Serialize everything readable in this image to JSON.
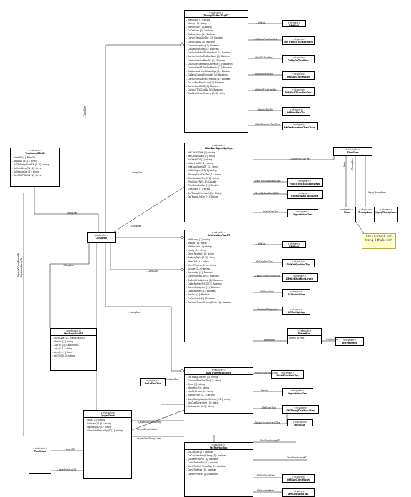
{
  "classes": {
    "thongtin": {
      "stereo": "<<struct>>",
      "name": "ThongTinHocTapPT",
      "attrs": [
        "- MaTruong [1]: string",
        "- MaLop [1]: string",
        "- MaHocSinh [1]: string",
        "- CoDoiVien [1]: Boolean",
        "- CoDoanVien [1]: Boolean",
        "- CoHocTiengDanToc [1]: Boolean",
        "- CoHoc2Buoi [1]: Boolean",
        "- CoHocSongNgu [1]: Boolean",
        "- CoKyNangSong [1]: Boolean",
        "- CoHocSinhBanTruDanNuoi [1]: Boolean",
        "- CoHocSinhNoiTruDanNuoi [1]: Boolean",
        "- CoHocSinhLuuBanTru [1]: Boolean",
        "- CoKhuyetTatKhongDanhGia [1]: Boolean",
        "- CoHocSinhPTDanTocBanTru [1]: Boolean",
        "- CoNhuCauHoTroNgoaiNgu [1]: Boolean",
        "- CoTangCuongTiengViet [1]: Boolean",
        "- CoHocSinhDanTocThieuSo [1]: Boolean",
        "- CoLuuBanNamTruoc [1]: Boolean",
        "- CoHocLopMGST [1]: Boolean",
        "- CoHocCTGDCuaBo [1]: Boolean",
        "- CapNhatKhenThuong [0..1]: string"
      ]
    },
    "vienbang": {
      "stereo": "<<struct>>",
      "name": "VanBangGDNN",
      "attrs": [
        "- NamTN [1]: NamTN",
        "- XepLoaiTN [1]: string",
        "- SoQDCongNhanTN [0..1]: string",
        "- SoHieuBangTN [1]: string",
        "- SoVaoSoGoc [1]: string",
        "- TenCSDTGDNN [1]: string"
      ]
    },
    "giaoduc": {
      "stereo": "<<struct>>",
      "name": "GiaoDucNgheNghiep",
      "attrs": [
        "- MaCoSoGDNN [1]: string",
        "- TenCoSoGDNN [1]: string",
        "- SoTheHSSV [1]: string",
        "- MaLmHocDT [1]: string",
        "- MaKhoaNganhDT [1]: string",
        "- MaTenNganhDT [1]: string",
        "- PhuongThucDaoTao [1]: string",
        "- DienXepLoaiTN [0..1]: string",
        "- ThoiGianTN [0..1]: Double",
        "- ThoiGianDaoTao [1]: Double",
        "- TinhTrang [1]: string",
        "- DoiTuongChinhSach [1]: String",
        "- DoiTuongUuTien [1]: String"
      ]
    },
    "thoigian_r": {
      "stereo": "<<struct>>",
      "name": "ThoiGian"
    },
    "congdan": {
      "stereo": "<<struct>>",
      "name": "CongDan"
    },
    "ketqua": {
      "stereo": "<<struct>>",
      "name": "KetQuaHocTapPT",
      "attrs": [
        "- MaTruong [1]: string",
        "- MaLop [1]: string",
        "- MaHocSinh [1]: string",
        "- HocKy [1]: string",
        "- DiemTongKet [1]: string",
        "- SoNgayNghi [0..1]: string",
        "- NhanXet [1]: string",
        "- KhenThuong [0..n]: string",
        "- KyLuat [0..n]: string",
        "- CoLenLop [1]: Boolean",
        "- CoRenLuyenLai [1]: Boolean",
        "- CoDuXetTotNghiep [1]: Boolean",
        "- CoTotNghiepTHCS [1]: Boolean",
        "- CoLuuTotNghiep [1]: Boolean",
        "- CoTotNghiep [1]: Boolean",
        "- CoMien [1]: Boolean",
        "- CoDacCach [1]: Boolean",
        "- CoHoanThanhChuongTrinh [1]: Boolean"
      ]
    },
    "diemmon": {
      "stereo": "<<struct>>",
      "name": "DiemMon",
      "attrs": [
        "Diem [1]: real"
      ]
    },
    "hocsinh": {
      "stereo": "<<struct>>",
      "name": "HocSinhGioiPT",
      "attrs": [
        "- HangDoat [1]: HangGiaiHSG",
        "- MonThi [1]: string",
        "- CapThi [1]: CapThiHSG",
        "- Lop [0..1]: string",
        "- Nam [0..1]: Nam",
        "- NoiThi [0..1]: string"
      ]
    },
    "quatrinh": {
      "stereo": "<<struct>>",
      "name": "QuaTrinhHocTapDH",
      "attrs": [
        "- DoiTuongDaoTao [1]: string",
        "- ChuongTrinhDaoTao [1]: string",
        "- Khoa [1]: string",
        "- KhoaHoc [1]: string",
        "- LopSinhHoat [1]: string",
        "- MaHocVien [0..1]: string",
        "- BangTotNghiepLienThong [0..1]: string",
        "- KetQuaTuyenSinh [1]: string",
        "- TenLuanAn [0..1]: string"
      ]
    },
    "hethi": {
      "stereo": "<<struct>>",
      "name": "HeThiHocTap",
      "attrs": [
        "- CoCapGao [1]: boolean",
        "- CoCapTienHangThang [1]: boolean",
        "- CoGiamHocPhi [1]: boolean",
        "- CoHoTroHocPhi [1]: boolean",
        "- CoHoTroChiPhiHocTap [1]: boolean",
        "- CoHoTroKhac [1]: boolean",
        "- CoMienHocPhi [1]: boolean"
      ]
    },
    "quyetdinh": {
      "stereo": "<<struct>>",
      "name": "QuyetDinh",
      "attrs": [
        "- SoQD [1]: string",
        "- CoQuanQD [1]: string",
        "- NguoiKyQD [1]: string",
        "- ChucDanhNguoiKyQD [1]: string"
      ]
    },
    "thoigian_l": {
      "stereo": "<<struct>>",
      "name": "ThoiGian"
    },
    "thoigian_m": {
      "stereo": "<<struct>>",
      "name": "ThoiGian"
    }
  },
  "types": [
    {
      "id": "t_dmhoi",
      "stereo": "<<type>>",
      "name": "DMKhoi"
    },
    {
      "id": "t_trangthai",
      "stereo": "<<type>>",
      "name": "DMTrangThaiHocSinh"
    },
    {
      "id": "t_lydo",
      "stereo": "<<type>>",
      "name": "DMLyDoThoiHoc"
    },
    {
      "id": "t_doituong",
      "stereo": "<<type>>",
      "name": "DMDoiChinhSach"
    },
    {
      "id": "t_hinhthuc",
      "stereo": "<<type>>",
      "name": "DMHinhThucHocTap"
    },
    {
      "id": "t_bantru",
      "stereo": "<<type>>",
      "name": "DMHocBanTru"
    },
    {
      "id": "t_xesinh",
      "stereo": "<<type>>",
      "name": "DMXeBuonHocTrenTuan"
    },
    {
      "id": "t_htdt",
      "stereo": "<<type>>",
      "name": "HinhThucDaoTaoGDNN"
    },
    {
      "id": "t_trinhdo",
      "stereo": "<<type>>",
      "name": "TrinhDoDaoTaoGDNN"
    },
    {
      "id": "t_nganh",
      "stereo": "<<type>>",
      "name": "NganhDaoTao"
    },
    {
      "id": "t_nam",
      "stereo": "<<type>>",
      "name": "Nam"
    },
    {
      "id": "t_thangnam",
      "stereo": "<<type>>",
      "name": "ThangNam"
    },
    {
      "id": "t_ngay",
      "stereo": "<<type>>",
      "name": "NgayThangNam"
    },
    {
      "id": "t_dmkhoi2",
      "stereo": "<<type>>",
      "name": "DMKhoi"
    },
    {
      "id": "t_kq",
      "stereo": "<<type>>",
      "name": "DMKetQuaHocTap"
    },
    {
      "id": "t_renluyen",
      "stereo": "<<type>>",
      "name": "DMKetQuaRenLuyen"
    },
    {
      "id": "t_danhhieu",
      "stereo": "<<type>>",
      "name": "DMDanhHieu"
    },
    {
      "id": "t_totnghiep",
      "stereo": "<<type>>",
      "name": "DMTotNghiep"
    },
    {
      "id": "t_monhoc",
      "stereo": "<<type>>",
      "name": "DMMonHoc"
    },
    {
      "id": "t_cosodt",
      "stereo": "<<type>>",
      "name": "CoSoDaoTao"
    },
    {
      "id": "t_htdt2",
      "stereo": "<<type>>",
      "name": "HinhThucDaoTao"
    },
    {
      "id": "t_nganh2",
      "stereo": "<<type>>",
      "name": "NganhDaoTao"
    },
    {
      "id": "t_tthv",
      "stereo": "<<type>>",
      "name": "DMTrangThaiHocVien"
    },
    {
      "id": "t_dtcs",
      "stereo": "<<type>>",
      "name": "DMDoiChinhSach"
    },
    {
      "id": "t_khoadt",
      "stereo": "<<type>>",
      "name": "DMKhoaDaoTao"
    }
  ],
  "labels": {
    "l_congdan1": "- CongDan",
    "l_congdan2": "- CongDan",
    "l_congdan3": "- CongDan",
    "l_congdan4": "- CongDan",
    "l_congdan5": "- CongDan",
    "l_congdan6": "- CongDan",
    "l_congdan7": "- CongDan",
    "l_makhoi": "- MaKhoi",
    "l_matrangthai": "- MaTrangThaiHocSinh",
    "l_malydo": "- MaLyDoThoiHoc",
    "l_madoituong": "- MaDoiChinhSach",
    "l_mahinhthuc": "- MaHinhThucHocTap",
    "l_mabantru": "- MaHocBanTru",
    "l_maxe": "- MaXeBuonHocTrenTuan",
    "l_thoidiem": "- ThoiDiemCapThe",
    "l_hinhthucdt": "- HinhThucDaoTaoGDNN",
    "l_trinhdodt": "- TrinhDoDaoTaoGDNN",
    "l_nganhdt": "- NganhDaoTao",
    "l_nam": "- Nam",
    "l_thangnam": "- ThangNam",
    "l_ngay": "- NgayThangNam",
    "l_makhoi2": "- MaKhoi",
    "l_kq": "- KetQuaHocTap",
    "l_renluyen": "- DiXetQuaRenLuyenCN",
    "l_danhhieu": "- MaDanhHieu",
    "l_totnghiep": "- MaLoaiTotNghiep",
    "l_diemmon": "- DiemMon",
    "l_mamon": "- MaMonHoc",
    "l_qd1": "- NgayQDCongNhanTN",
    "l_qd2": "- NgayCapBangTN",
    "l_cosodt": "- CoSoDaoTao",
    "l_mahtdt": "- MaHinhThucDaoTao",
    "l_nganh2": "- Nganh",
    "l_tthv": "- MaTrangThai",
    "l_ngaychuyen": "- NgayChuyenTrangThai",
    "l_qdtn": "- QuyetDinhTotNghiep",
    "l_qdhv": "- QuyetDinhHocVien",
    "l_qdtn2": "- QuyetDinhTrungTuyen",
    "l_ngayqd": "- NgayQD",
    "l_ngayhieuluc": "- NgayHieuLucQD",
    "l_thoigianhuong": "- ThoiGianHuongBD",
    "l_thoigianhuongkt": "- ThoiGianHuongKT",
    "l_madtcs": "- MaDoiChinhSach",
    "l_makhoadt": "- MaVungHoKhau"
  },
  "note": "Chỉ lưu chính xác trong 3 thuộc tính"
}
